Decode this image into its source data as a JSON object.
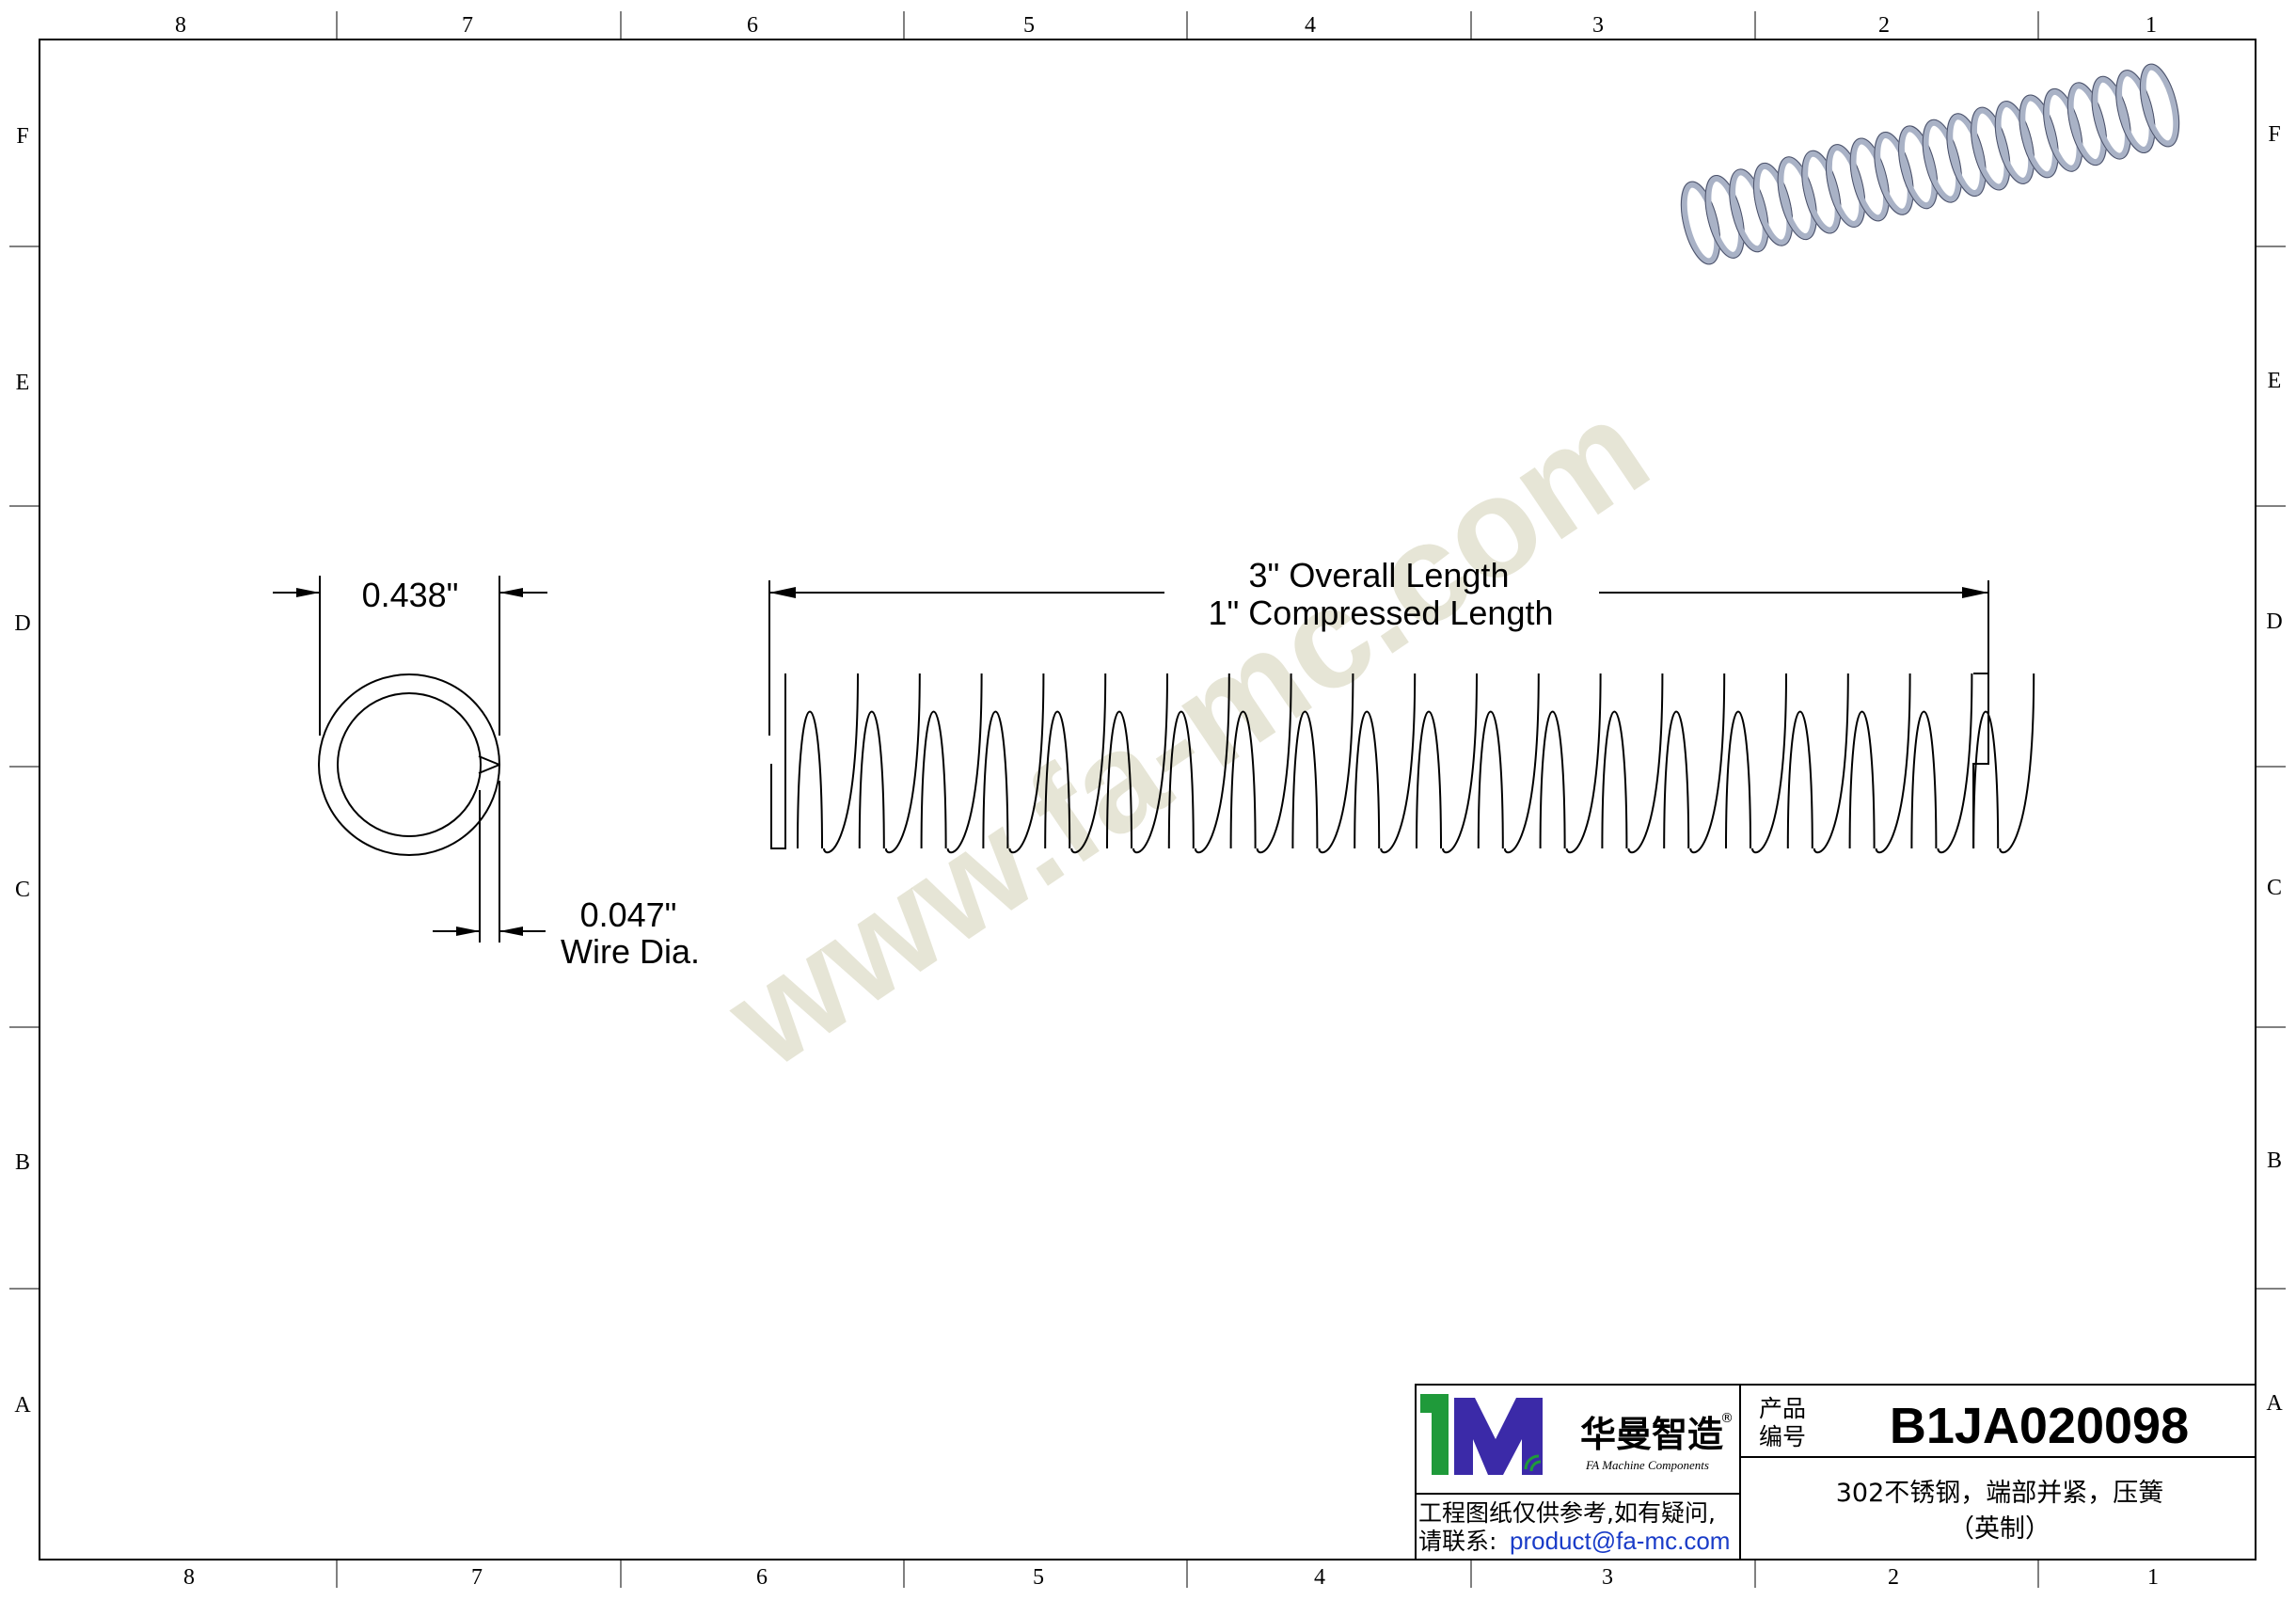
{
  "border": {
    "columns": [
      "8",
      "7",
      "6",
      "5",
      "4",
      "3",
      "2",
      "1"
    ],
    "rows": [
      "F",
      "E",
      "D",
      "C",
      "B",
      "A"
    ]
  },
  "watermark": "www.fa-mc.com",
  "dimensions": {
    "outer_diameter": "0.438\"",
    "wire_diameter": "0.047\"",
    "wire_label": "Wire Dia.",
    "overall_length": "3\" Overall Length",
    "compressed_length": "1\" Compressed Length"
  },
  "title_block": {
    "logo_mark": "1M",
    "company_cn": "华曼智造",
    "company_en": "FA Machine Components",
    "registered": "®",
    "product_no_label_1": "产品",
    "product_no_label_2": "编号",
    "product_no": "B1JA020098",
    "disclaimer_1": "工程图纸仅供参考,如有疑问,",
    "contact_label": "请联系:",
    "contact_email": "product@fa-mc.com",
    "description_1": "302不锈钢，端部并紧，压簧",
    "description_2": "（英制）"
  },
  "colors": {
    "logo_green": "#1f9a3a",
    "logo_blue": "#3b2aa8",
    "email_blue": "#1a3cc8",
    "spring_3d": "#a9b2c6"
  }
}
